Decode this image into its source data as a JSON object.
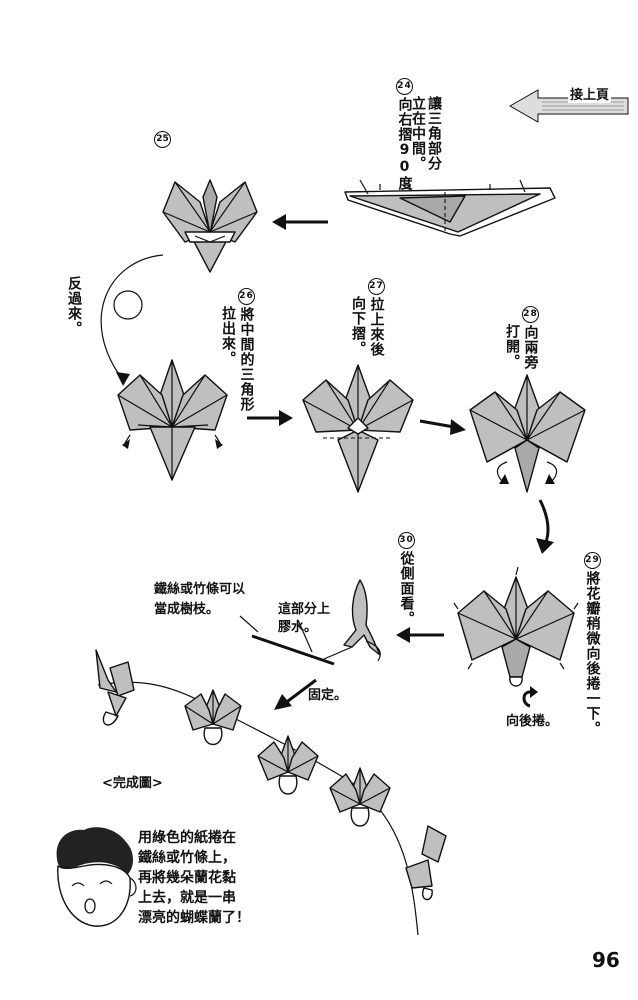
{
  "header": {
    "continue_label": "接上頁"
  },
  "steps": {
    "s24": {
      "num": "24",
      "text_col1": "向右摺90度",
      "text_col2": "讓三角部分",
      "text_col3": "立在中間。"
    },
    "s25": {
      "num": "25"
    },
    "flip_label": "反過來。",
    "s26": {
      "num": "26",
      "text_col1": "將中間的三角形",
      "text_col2": "拉出來。"
    },
    "s27": {
      "num": "27",
      "text_col1": "拉上來後",
      "text_col2": "向下摺。"
    },
    "s28": {
      "num": "28",
      "text_col1": "向兩旁",
      "text_col2": "打開。"
    },
    "s29": {
      "num": "29",
      "text_col1": "將花瓣稍微向後捲一下。",
      "roll_label": "向後捲。"
    },
    "s30": {
      "num": "30",
      "text_col1": "從側面看。"
    }
  },
  "notes": {
    "wire_line1": "鐵絲或竹條可以",
    "wire_line2": "當成樹枝。",
    "glue_line1": "這部分上",
    "glue_line2": "膠水。",
    "fix_label": "固定。",
    "complete_label": "<完成圖>"
  },
  "speech": {
    "line1": "用綠色的紙捲在",
    "line2": "鐵絲或竹條上，",
    "line3": "再將幾朵蘭花黏",
    "line4": "上去，就是一串",
    "line5": "漂亮的蝴蝶蘭了！"
  },
  "page_number": "96"
}
